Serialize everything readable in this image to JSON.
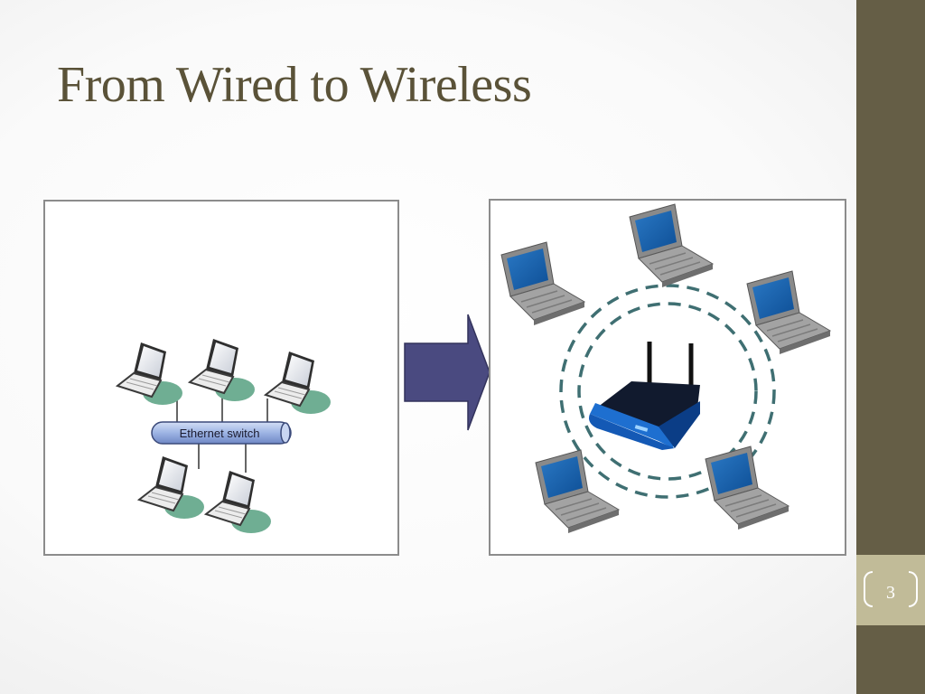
{
  "slide": {
    "title": "From Wired to Wireless",
    "page_number": "3"
  },
  "wired_diagram": {
    "switch_label": "Ethernet switch",
    "laptop_count": 5
  },
  "wireless_diagram": {
    "laptop_count": 5,
    "router": "wireless-router-icon"
  },
  "colors": {
    "title": "#5a5238",
    "sidebar": "#655e46",
    "page_tab": "#c1bb98",
    "arrow": "#4a4a80",
    "signal_ring": "#3f6f72",
    "switch": "#a9bde8",
    "laptop_shadow": "#6fae93"
  }
}
